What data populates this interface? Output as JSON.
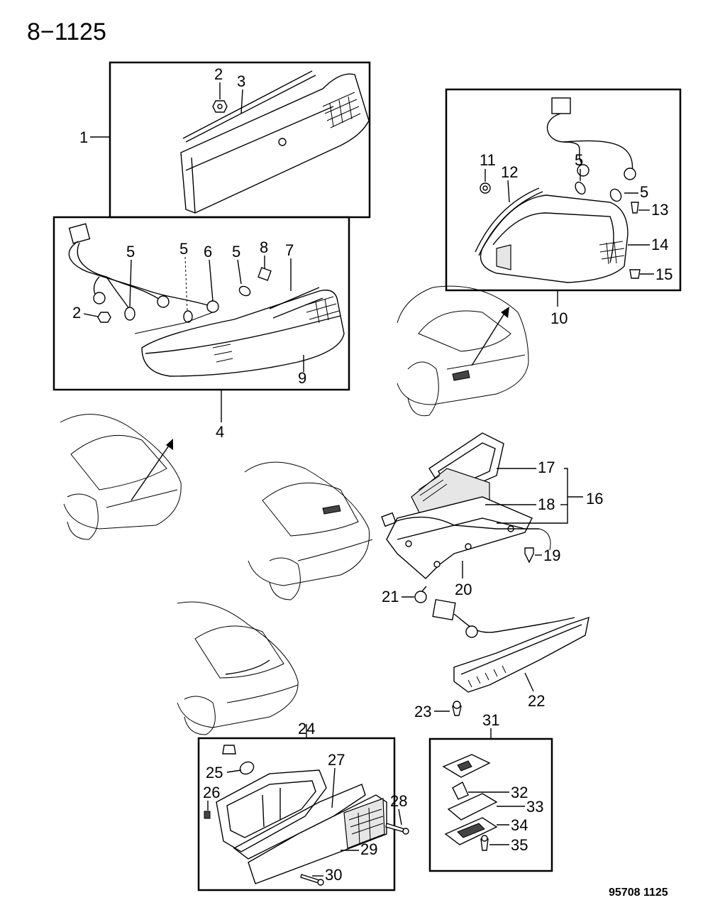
{
  "page_title": "8−1125",
  "footer_code": "95708  1125",
  "callouts": {
    "c1": "1",
    "c2a": "2",
    "c3": "3",
    "c2b": "2",
    "c4": "4",
    "c5a": "5",
    "c5b": "5",
    "c6": "6",
    "c5c": "5",
    "c8": "8",
    "c7": "7",
    "c9": "9",
    "c10": "10",
    "c11": "11",
    "c12": "12",
    "c5d": "5",
    "c5e": "5",
    "c13": "13",
    "c14": "14",
    "c15": "15",
    "c16": "16",
    "c17": "17",
    "c18": "18",
    "c19": "19",
    "c20": "20",
    "c21": "21",
    "c22": "22",
    "c23": "23",
    "c24": "24",
    "c25": "25",
    "c26": "26",
    "c27": "27",
    "c28": "28",
    "c29": "29",
    "c30": "30",
    "c31": "31",
    "c32": "32",
    "c33": "33",
    "c34": "34",
    "c35": "35"
  }
}
